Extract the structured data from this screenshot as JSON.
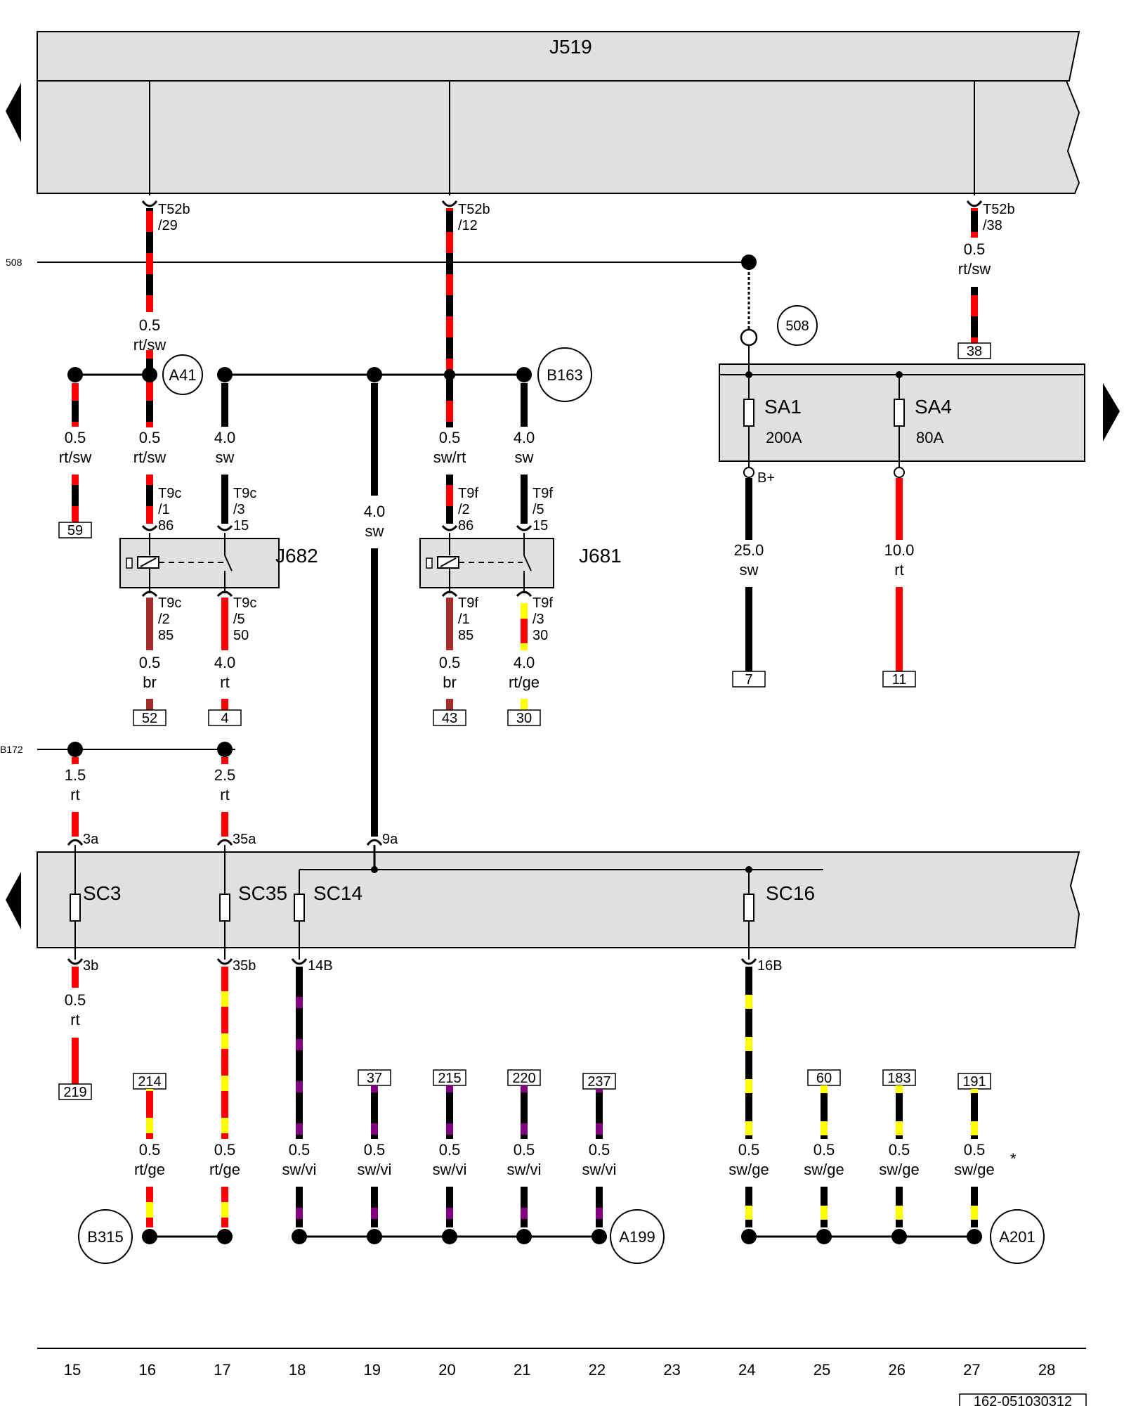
{
  "modules": {
    "j519": "J519",
    "j682": "J682",
    "j681": "J681",
    "sa1": "SA1",
    "sa1_rating": "200A",
    "sa4": "SA4",
    "sa4_rating": "80A",
    "sc3": "SC3",
    "sc35": "SC35",
    "sc14": "SC14",
    "sc16": "SC16",
    "bplus": "B+"
  },
  "lines": {
    "l508": "508",
    "b172": "B172"
  },
  "circles": {
    "a41": "A41",
    "b163": "B163",
    "c508": "508",
    "b315": "B315",
    "a199": "A199",
    "a201": "A201"
  },
  "pins": {
    "p1a": "T52b",
    "p1b": "/29",
    "p2a": "T52b",
    "p2b": "/12",
    "p3a": "T52b",
    "p3b": "/38",
    "t9c1a": "T9c",
    "t9c1b": "/1",
    "t9c1c": "86",
    "t9c3a": "T9c",
    "t9c3b": "/3",
    "t9c3c": "15",
    "t9c2a": "T9c",
    "t9c2b": "/2",
    "t9c2c": "85",
    "t9c5a": "T9c",
    "t9c5b": "/5",
    "t9c5c": "50",
    "t9f2a": "T9f",
    "t9f2b": "/2",
    "t9f2c": "86",
    "t9f5a": "T9f",
    "t9f5b": "/5",
    "t9f5c": "15",
    "t9f1a": "T9f",
    "t9f1b": "/1",
    "t9f1c": "85",
    "t9f3a": "T9f",
    "t9f3b": "/3",
    "t9f3c": "30",
    "s3a": "3a",
    "s35a": "35a",
    "s9a": "9a",
    "s3b": "3b",
    "s35b": "35b",
    "s14b": "14B",
    "s16b": "16B"
  },
  "wires": {
    "w1s": "0.5",
    "w1c": "rt/sw",
    "w2s": "0.5",
    "w2c": "rt/sw",
    "w3s": "0.5",
    "w3c": "rt/sw",
    "w4s": "0.5",
    "w4c": "rt/sw",
    "w5s": "4.0",
    "w5c": "sw",
    "w6s": "4.0",
    "w6c": "sw",
    "w7s": "0.5",
    "w7c": "sw/rt",
    "w8s": "4.0",
    "w8c": "sw",
    "w9s": "25.0",
    "w9c": "sw",
    "w10s": "10.0",
    "w10c": "rt",
    "w11s": "0.5",
    "w11c": "br",
    "w12s": "4.0",
    "w12c": "rt",
    "w13s": "0.5",
    "w13c": "br",
    "w14s": "4.0",
    "w14c": "rt/ge",
    "w15s": "1.5",
    "w15c": "rt",
    "w16s": "2.5",
    "w16c": "rt",
    "w17s": "0.5",
    "w17c": "rt",
    "b16s": "0.5",
    "b16c": "rt/ge",
    "b17s": "0.5",
    "b17c": "rt/ge",
    "b18s": "0.5",
    "b18c": "sw/vi",
    "b19s": "0.5",
    "b19c": "sw/vi",
    "b20s": "0.5",
    "b20c": "sw/vi",
    "b21s": "0.5",
    "b21c": "sw/vi",
    "b22s": "0.5",
    "b22c": "sw/vi",
    "b24s": "0.5",
    "b24c": "sw/ge",
    "b25s": "0.5",
    "b25c": "sw/ge",
    "b26s": "0.5",
    "b26c": "sw/ge",
    "b27s": "0.5",
    "b27c": "sw/ge"
  },
  "refs": {
    "r59": "59",
    "r38": "38",
    "r52": "52",
    "r4": "4",
    "r43": "43",
    "r30": "30",
    "r7": "7",
    "r11": "11",
    "r219": "219",
    "r214": "214",
    "r37": "37",
    "r215": "215",
    "r220": "220",
    "r237": "237",
    "r60": "60",
    "r183": "183",
    "r191": "191"
  },
  "columns": [
    "15",
    "16",
    "17",
    "18",
    "19",
    "20",
    "21",
    "22",
    "23",
    "24",
    "25",
    "26",
    "27",
    "28"
  ],
  "footer": {
    "code": "162-051030312",
    "asterisk": "*"
  },
  "colors": {
    "rt": "#ff0000",
    "sw": "#000000",
    "ge": "#ffff00",
    "vi": "#800080",
    "br": "#a52a2a",
    "module_fill": "#e0e0e0"
  }
}
